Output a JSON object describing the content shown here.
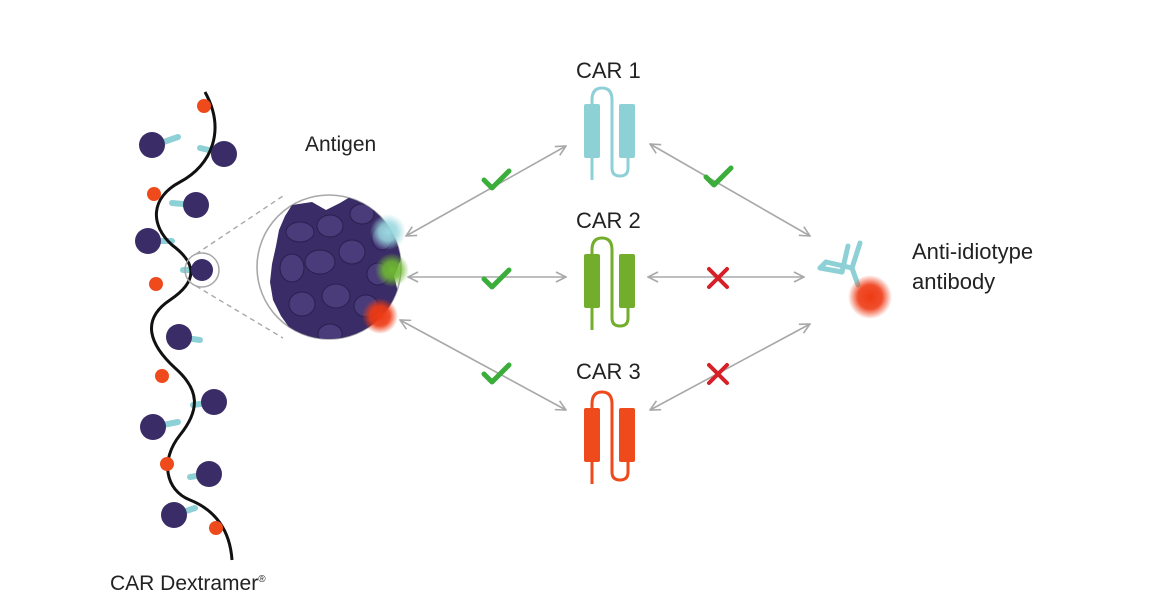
{
  "labels": {
    "antigen": "Antigen",
    "car1": "CAR 1",
    "car2": "CAR 2",
    "car3": "CAR 3",
    "antibody_line1": "Anti-idiotype",
    "antibody_line2": "antibody",
    "dextramer": "CAR Dextramer",
    "dextramer_mark": "®"
  },
  "interactions": [
    {
      "from": "antigen",
      "to": "CAR 1",
      "binds": true
    },
    {
      "from": "antigen",
      "to": "CAR 2",
      "binds": true
    },
    {
      "from": "antigen",
      "to": "CAR 3",
      "binds": true
    },
    {
      "from": "anti-idiotype antibody",
      "to": "CAR 1",
      "binds": true
    },
    {
      "from": "anti-idiotype antibody",
      "to": "CAR 2",
      "binds": false
    },
    {
      "from": "anti-idiotype antibody",
      "to": "CAR 3",
      "binds": false
    }
  ],
  "colors": {
    "car1": "#8dd0d6",
    "car2": "#72ad2b",
    "car3": "#ee4a1c",
    "dextran_bead": "#3a2c66",
    "linker": "#8dd0d6",
    "fluorophore": "#ee4a1c",
    "check": "#3aad3a",
    "cross": "#d61f27",
    "arrow": "#a8a8a8"
  }
}
